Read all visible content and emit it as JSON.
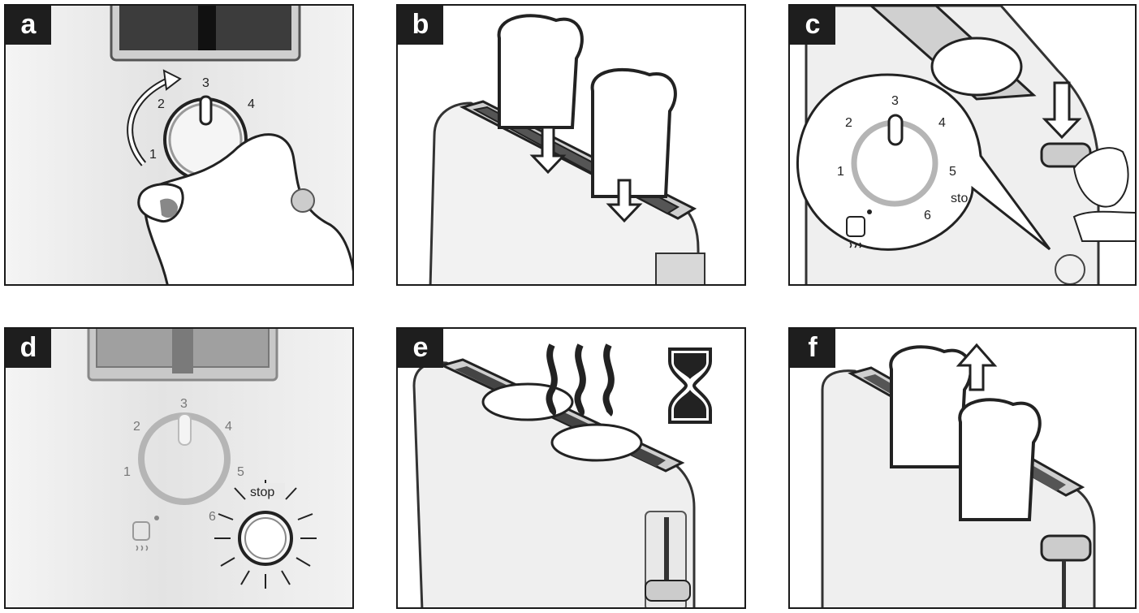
{
  "panels": [
    {
      "id": "a",
      "label": "a"
    },
    {
      "id": "b",
      "label": "b"
    },
    {
      "id": "c",
      "label": "c"
    },
    {
      "id": "d",
      "label": "d"
    },
    {
      "id": "e",
      "label": "e"
    },
    {
      "id": "f",
      "label": "f"
    }
  ],
  "dial_a": {
    "n1": "1",
    "n2": "2",
    "n3": "3",
    "n4": "4"
  },
  "dial_c": {
    "n1": "1",
    "n2": "2",
    "n3": "3",
    "n4": "4",
    "n5": "5",
    "n6": "6",
    "stop_partial": "sto"
  },
  "dial_d": {
    "n1": "1",
    "n2": "2",
    "n3": "3",
    "n4": "4",
    "n5": "5",
    "n6": "6",
    "stop": "stop"
  },
  "colors": {
    "frame": "#1a1a1a",
    "badge": "#1e1e1e",
    "dial_ring": "#b5b5b5",
    "background": "#ffffff"
  }
}
